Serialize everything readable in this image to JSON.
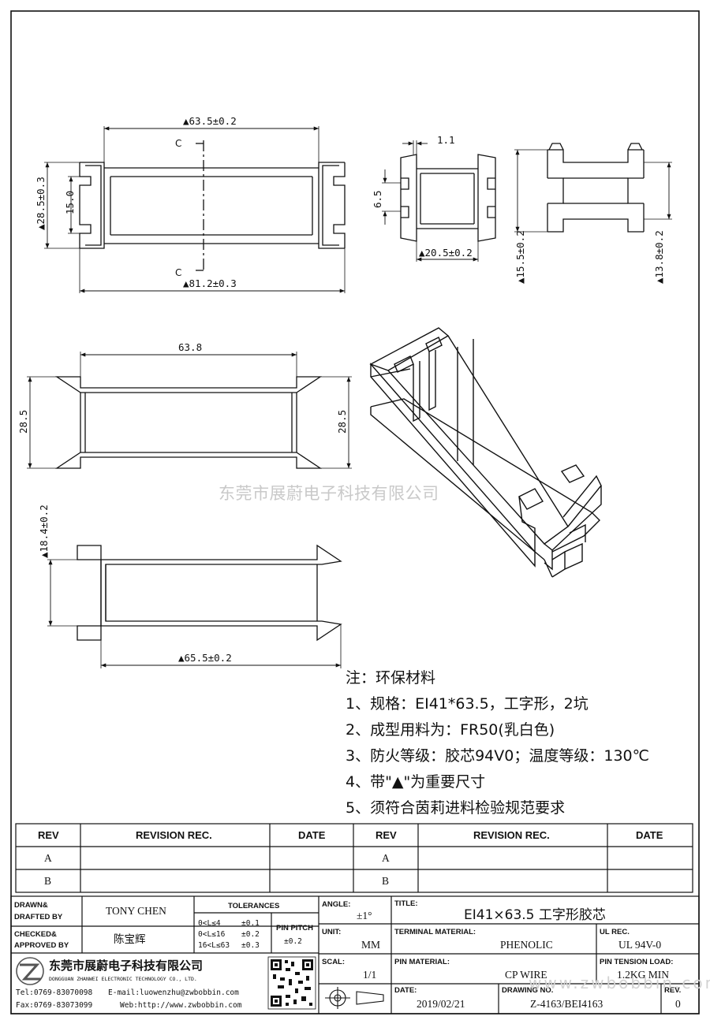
{
  "drawing": {
    "top_view": {
      "width_dim": "▲63.5±0.2",
      "overall_dim": "▲81.2±0.3",
      "height_dim": "▲28.5±0.3",
      "inner_dim": "15.0",
      "section_top": "C",
      "section_bottom": "C"
    },
    "end_view": {
      "flange_dim": "1.1",
      "slot_dim": "6.5",
      "width_dim": "▲20.5±0.2"
    },
    "side_view": {
      "dim_left": "▲15.5±0.2",
      "dim_right": "▲13.8±0.2"
    },
    "front_view": {
      "length_dim": "63.8",
      "height_left": "28.5",
      "height_right": "28.5"
    },
    "section_view": {
      "height_dim": "▲18.4±0.2",
      "length_dim": "▲65.5±0.2"
    },
    "watermark": "东莞市展蔚电子科技有限公司"
  },
  "notes": {
    "title": "注：环保材料",
    "items": [
      "1、规格：EI41*63.5，工字形，2坑",
      "2、成型用料为：FR50(乳白色)",
      "3、防火等级：胶芯94V0；温度等级：130℃",
      "4、带\"▲\"为重要尺寸",
      "5、须符合茵莉进料检验规范要求"
    ]
  },
  "revision_table": {
    "headers": [
      "REV",
      "REVISION REC.",
      "DATE",
      "REV",
      "REVISION REC.",
      "DATE"
    ],
    "rows": [
      [
        "A",
        "",
        "",
        "A",
        "",
        ""
      ],
      [
        "B",
        "",
        "",
        "B",
        "",
        ""
      ]
    ]
  },
  "title_block": {
    "drawn_label": "DRAWN& DRAFTED BY",
    "drawn_label_1": "DRAWN&",
    "drawn_label_2": "DRAFTED BY",
    "drawn_value": "TONY CHEN",
    "checked_label_1": "CHECKED&",
    "checked_label_2": "APPROVED BY",
    "checked_value": "陈宝辉",
    "tolerances_label": "TOLERANCES",
    "tolerances": [
      {
        "range": "0<L≤4",
        "value": "±0.1"
      },
      {
        "range": "0<L≤16",
        "value": "±0.2"
      },
      {
        "range": "16<L≤63",
        "value": "±0.3"
      }
    ],
    "pin_pitch_label": "PIN PITCH",
    "pin_pitch_value": "±0.2",
    "angle_label": "ANGLE:",
    "angle_value": "±1°",
    "unit_label": "UNIT:",
    "unit_value": "MM",
    "scale_label": "SCAL:",
    "scale_value": "1/1",
    "title_label": "TITLE:",
    "title_value": "EI41×63.5 工字形胶芯",
    "terminal_label": "TERMINAL MATERIAL:",
    "terminal_value": "PHENOLIC",
    "ul_label": "UL REC.",
    "ul_value": "UL 94V-0",
    "pin_material_label": "PIN MATERIAL:",
    "pin_material_value": "CP WIRE",
    "pin_tension_label": "PIN TENSION LOAD:",
    "pin_tension_value": "1.2KG MIN",
    "date_label": "DATE:",
    "date_value": "2019/02/21",
    "drawing_no_label": "DRAWING NO.",
    "drawing_no_value": "Z-4163/BEI4163",
    "rev_label": "REV.",
    "rev_value": "0",
    "company_cn": "东莞市展蔚电子科技有限公司",
    "company_en": "DONGGUAN ZHANWEI ELECTRONIC TECHNOLOGY CO., LTD.",
    "tel": "Tel:0769-83070098",
    "email": "E-mail:luowenzhu@zwbobbin.com",
    "fax": "Fax:0769-83073099",
    "web": "Web:http://www.zwbobbin.com",
    "url_watermark": "www.zwbobbin.com"
  }
}
